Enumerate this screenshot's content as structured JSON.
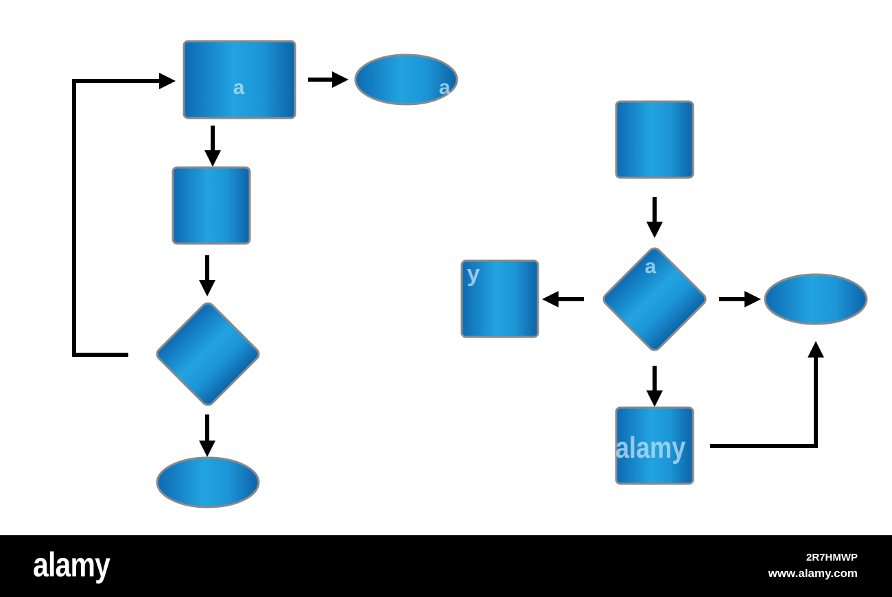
{
  "colors": {
    "shape_light": "#1f9edc",
    "shape_dark": "#0d6ab3",
    "shape_border": "#8a8a8a",
    "connector": "#000000",
    "footer_bg": "#000000",
    "footer_text": "#ffffff"
  },
  "watermark": {
    "fragment_a": "a",
    "fragment_y": "y",
    "brand": "alamy"
  },
  "footer": {
    "logo": "alamy",
    "image_id": "2R7HMWP",
    "url": "www.alamy.com"
  }
}
